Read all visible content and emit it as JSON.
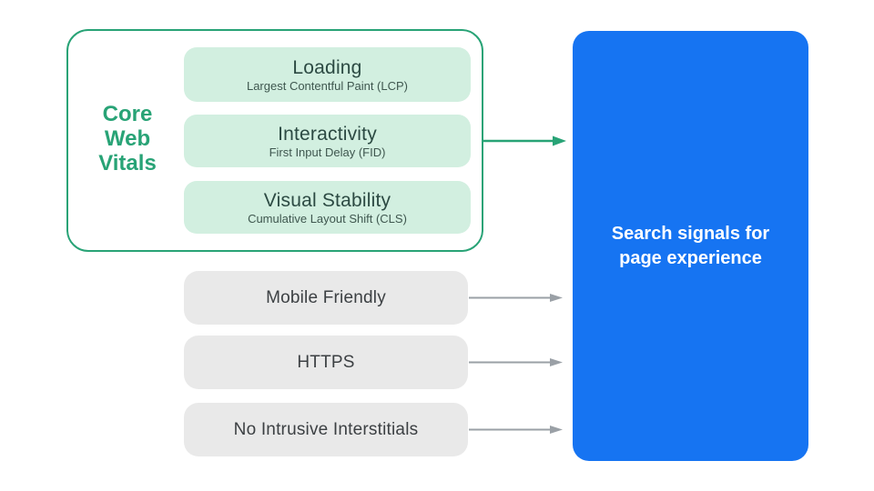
{
  "core_web_vitals": {
    "label": "Core\nWeb\nVitals",
    "items": [
      {
        "title": "Loading",
        "subtitle": "Largest Contentful Paint (LCP)"
      },
      {
        "title": "Interactivity",
        "subtitle": "First Input Delay (FID)"
      },
      {
        "title": "Visual Stability",
        "subtitle": "Cumulative Layout Shift (CLS)"
      }
    ]
  },
  "other_signals": [
    {
      "label": "Mobile Friendly"
    },
    {
      "label": "HTTPS"
    },
    {
      "label": "No Intrusive Interstitials"
    }
  ],
  "result": {
    "label": "Search signals for page experience"
  },
  "colors": {
    "accent_green": "#28a376",
    "mint": "#d2efe0",
    "vital_title": "#2c4a43",
    "vital_sub": "#3f574f",
    "gray_fill": "#e9e9e9",
    "gray_text": "#3c4043",
    "arrow_gray": "#9aa0a6",
    "blue": "#1674f2",
    "white": "#ffffff"
  }
}
